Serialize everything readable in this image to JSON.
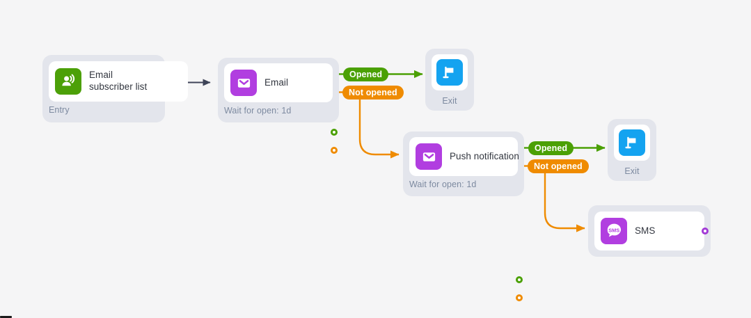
{
  "canvas": {
    "background": "#f5f5f6",
    "node_shell_color": "#e3e5ec",
    "card_color": "#ffffff"
  },
  "colors": {
    "green": "#4ba005",
    "orange": "#ef8b00",
    "purple": "#b13ee0",
    "blue": "#14a3f0",
    "navy": "#3e4458",
    "muted_text": "#7d8aa0",
    "label_text": "#32363f"
  },
  "nodes": [
    {
      "id": "entry",
      "icon": "contacts-group-icon",
      "icon_color": "green",
      "label": "Email subscriber list",
      "footer": "Entry"
    },
    {
      "id": "email",
      "icon": "envelope-icon",
      "icon_color": "purple",
      "label": "Email",
      "footer": "Wait for open: 1d",
      "ports": [
        {
          "name": "opened",
          "color": "green"
        },
        {
          "name": "not-opened",
          "color": "orange"
        }
      ]
    },
    {
      "id": "exit-top",
      "icon": "flag-icon",
      "icon_color": "blue",
      "label": "Exit",
      "footer": ""
    },
    {
      "id": "push",
      "icon": "envelope-icon",
      "icon_color": "purple",
      "label": "Push notification",
      "footer": "Wait for open: 1d",
      "ports": [
        {
          "name": "opened",
          "color": "green"
        },
        {
          "name": "not-opened",
          "color": "orange"
        }
      ]
    },
    {
      "id": "exit-bottom",
      "icon": "flag-icon",
      "icon_color": "blue",
      "label": "Exit",
      "footer": ""
    },
    {
      "id": "sms",
      "icon": "sms-bubble-icon",
      "icon_color": "purple",
      "label": "SMS",
      "ports": [
        {
          "name": "output",
          "color": "purple"
        }
      ]
    }
  ],
  "edges": [
    {
      "id": "entry-to-email",
      "label": "",
      "color": "navy"
    },
    {
      "id": "email-opened",
      "label": "Opened",
      "color": "green"
    },
    {
      "id": "email-not-opened",
      "label": "Not opened",
      "color": "orange"
    },
    {
      "id": "push-opened",
      "label": "Opened",
      "color": "green"
    },
    {
      "id": "push-not-opened",
      "label": "Not opened",
      "color": "orange"
    }
  ],
  "labels": {
    "opened": "Opened",
    "not_opened": "Not opened",
    "exit": "Exit",
    "sms": "SMS",
    "sms_glyph": "SMS"
  }
}
